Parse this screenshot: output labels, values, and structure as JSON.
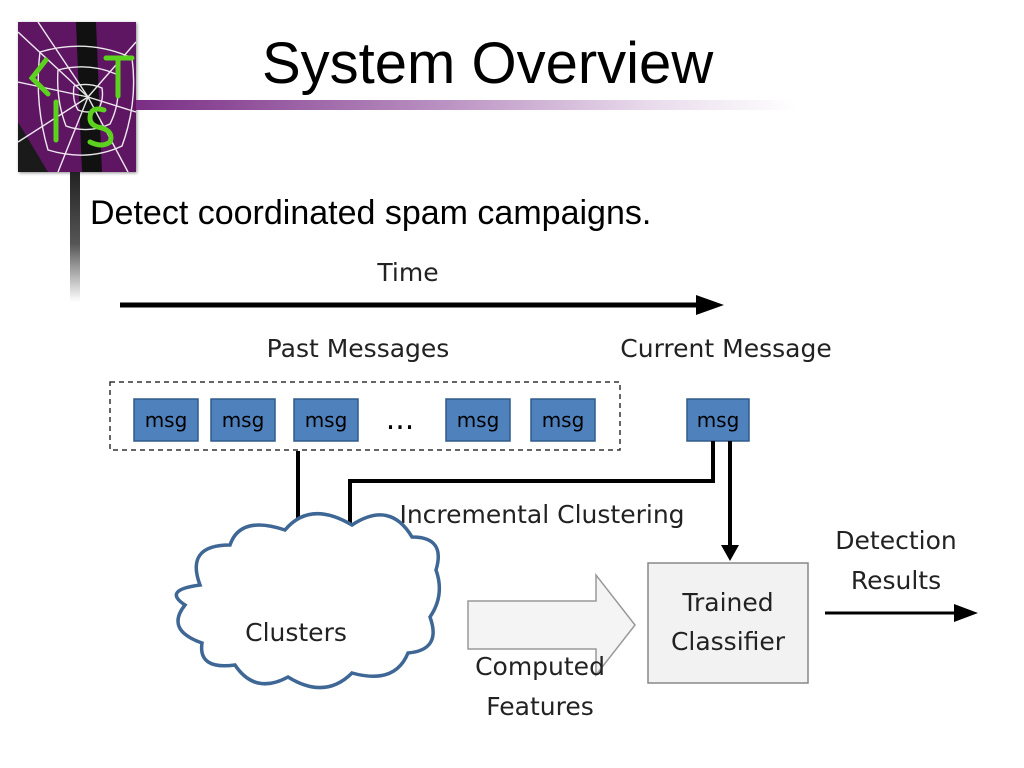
{
  "slide": {
    "title": "System Overview",
    "bullet": "Detect coordinated spam campaigns."
  },
  "diagram": {
    "time_label": "Time",
    "past_messages_label": "Past Messages",
    "current_message_label": "Current Message",
    "msg_label": "msg",
    "ellipsis": "...",
    "incremental_clustering_label": "Incremental Clustering",
    "clusters_label": "Clusters",
    "computed_features_line1": "Computed",
    "computed_features_line2": "Features",
    "classifier_line1": "Trained",
    "classifier_line2": "Classifier",
    "detection_results_line1": "Detection",
    "detection_results_line2": "Results"
  },
  "colors": {
    "logo_purple": "#5e1663",
    "logo_green": "#5cd21e",
    "msg_box_fill": "#4f81bd",
    "msg_box_border": "#2e5b8a",
    "cloud_stroke": "#4a6f9a",
    "title_bar_purple": "#7a2e85"
  },
  "icons": {
    "logo": "lis-spiderweb-logo"
  }
}
